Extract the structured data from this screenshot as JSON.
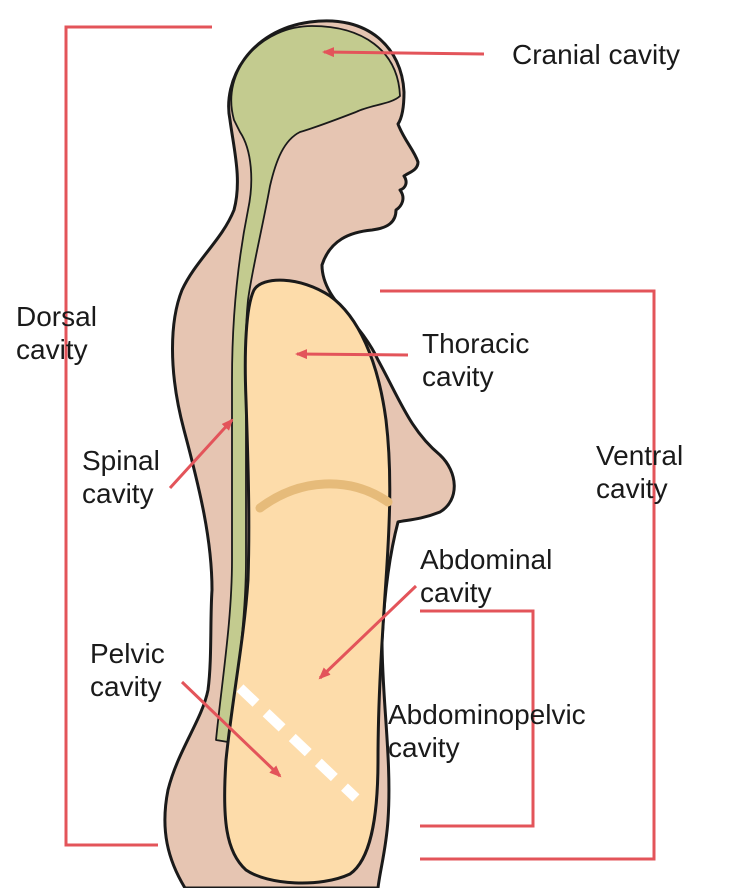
{
  "labels": {
    "cranial": {
      "line1": "Cranial cavity"
    },
    "dorsal": {
      "line1": "Dorsal",
      "line2": "cavity"
    },
    "thoracic": {
      "line1": "Thoracic",
      "line2": "cavity"
    },
    "spinal": {
      "line1": "Spinal",
      "line2": "cavity"
    },
    "ventral": {
      "line1": "Ventral",
      "line2": "cavity"
    },
    "abdominal": {
      "line1": "Abdominal",
      "line2": "cavity"
    },
    "pelvic": {
      "line1": "Pelvic",
      "line2": "cavity"
    },
    "abdominopelvic": {
      "line1": "Abdominopelvic",
      "line2": "cavity"
    }
  },
  "colors": {
    "body": "#e6c5b2",
    "cranial_spinal": "#c3cb8f",
    "ventral_cavity": "#fddcaa",
    "diaphragm": "#e6bb7a",
    "bracket": "#e3545a",
    "arrow": "#e3545a",
    "outline": "#1a1a1a"
  }
}
